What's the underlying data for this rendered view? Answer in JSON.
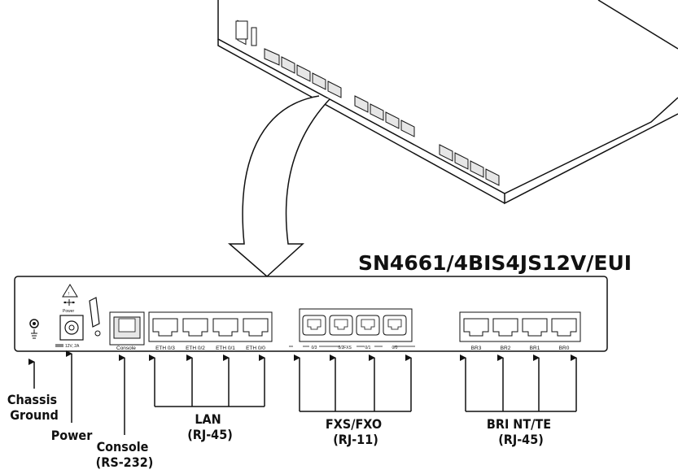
{
  "model": "SN4661/4BIS4JS12V/EUI",
  "panel": {
    "power_text": "Power",
    "power_rating": "12V, 2A",
    "console_port": "Console",
    "eth_ports": [
      "ETH 0/3",
      "ETH 0/2",
      "ETH 0/1",
      "ETH 0/0"
    ],
    "fxs_ports": [
      "0/3",
      "0/2",
      "0/1",
      "0/0"
    ],
    "fxs_group": "FXS",
    "bri_ports": [
      "BR3",
      "BR2",
      "BR1",
      "BR0"
    ]
  },
  "callouts": {
    "chassis_ground": [
      "Chassis",
      "Ground"
    ],
    "power": "Power",
    "console": [
      "Console",
      "(RS-232)"
    ],
    "lan": [
      "LAN",
      "(RJ-45)"
    ],
    "fxs_fxo": [
      "FXS/FXO",
      "(RJ-11)"
    ],
    "bri": [
      "BRI NT/TE",
      "(RJ-45)"
    ]
  }
}
